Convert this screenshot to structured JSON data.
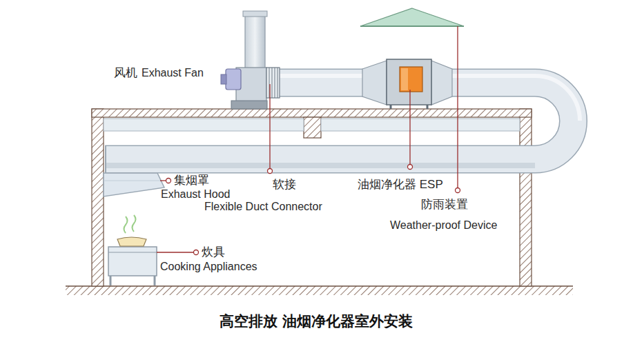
{
  "diagram": {
    "caption": "高空排放 油烟净化器室外安装",
    "labels": [
      "风机",
      "Exhaust Fan",
      "集烟罩",
      "Exhaust Hood",
      "软接",
      "Flexible Duct Connector",
      "油烟净化器 ESP",
      "防雨装置",
      "Weather-proof Device",
      "炊具",
      "Cooking Appliances"
    ]
  }
}
